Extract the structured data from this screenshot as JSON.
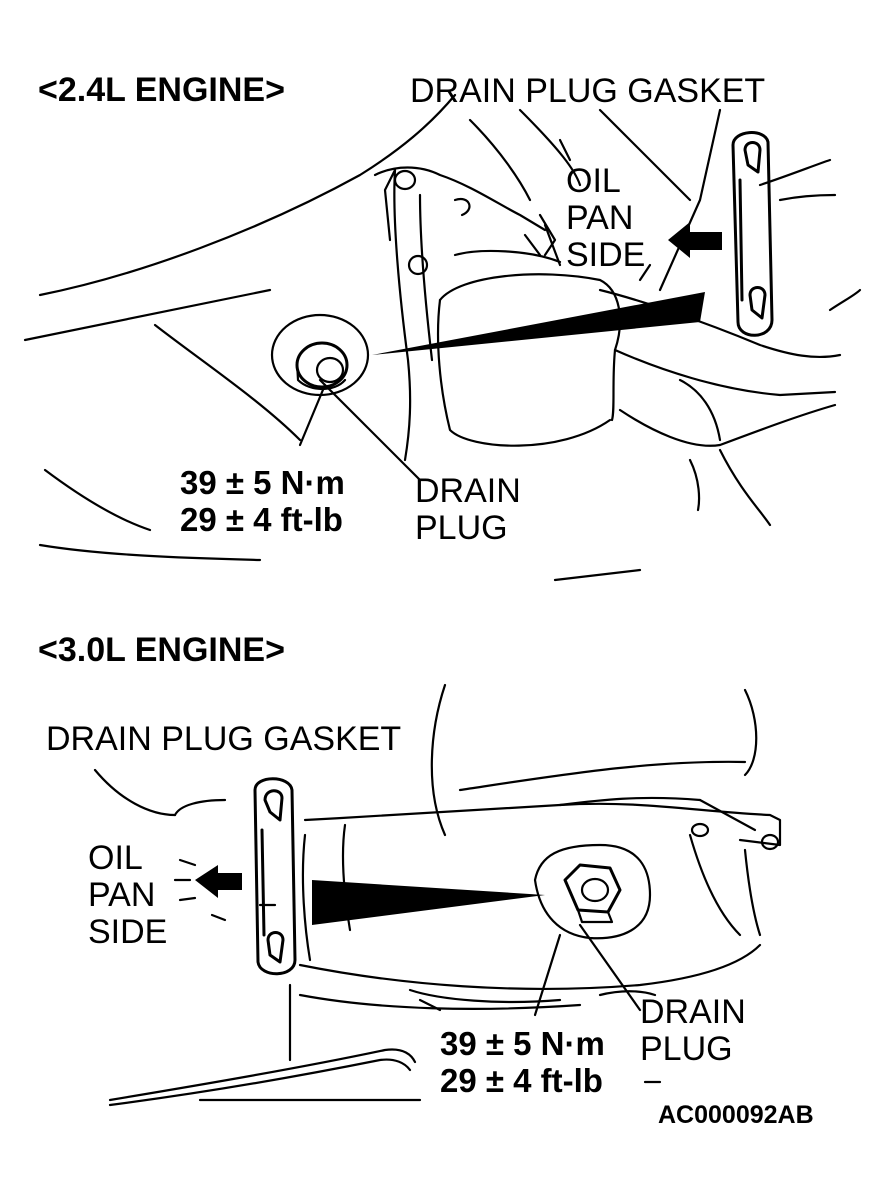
{
  "engine_24": {
    "title": "<2.4L ENGINE>",
    "gasket_label": "DRAIN PLUG GASKET",
    "side_label": [
      "OIL",
      "PAN",
      "SIDE"
    ],
    "torque": [
      "39 ± 5 N·m",
      "29 ± 4 ft-lb"
    ],
    "plug_label": [
      "DRAIN",
      "PLUG"
    ]
  },
  "engine_30": {
    "title": "<3.0L ENGINE>",
    "gasket_label": "DRAIN PLUG GASKET",
    "side_label": [
      "OIL",
      "PAN",
      "SIDE"
    ],
    "torque": [
      "39 ± 5 N·m",
      "29 ± 4 ft-lb"
    ],
    "plug_label": [
      "DRAIN",
      "PLUG"
    ]
  },
  "figure_code": "AC000092AB",
  "colors": {
    "ink": "#000000",
    "paper": "#ffffff"
  }
}
